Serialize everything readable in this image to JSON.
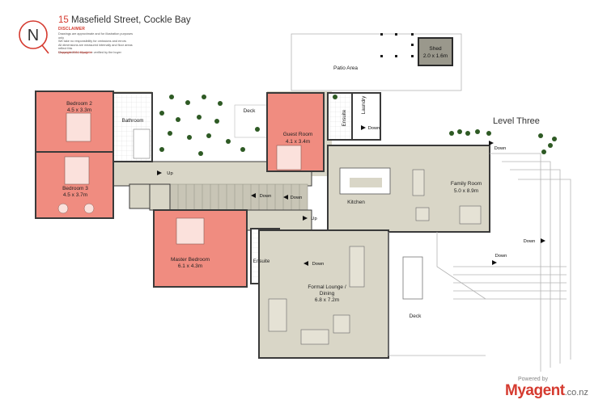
{
  "header": {
    "number": "15",
    "street": "Masefield Street, Cockle Bay",
    "disclaimer_title": "DISCLAIMER",
    "disclaimer_lines": [
      "Drawings are approximate and for illustration purposes only",
      "We take no responsibility for omissions and errors",
      "All dimensions are measured internally and floor areas reflect this",
      "Measurements should be verified by the buyer"
    ],
    "copyright": "Copyright 2016   Myagent"
  },
  "compass": {
    "letter": "N"
  },
  "level_label": "Level Three",
  "rooms": [
    {
      "id": "bedroom-2",
      "name": "Bedroom 2",
      "dims": "4.5 x 3.3m"
    },
    {
      "id": "bedroom-3",
      "name": "Bedroom 3",
      "dims": "4.5 x 3.7m"
    },
    {
      "id": "bathroom",
      "name": "Bathroom",
      "dims": ""
    },
    {
      "id": "deck-upper",
      "name": "Deck",
      "dims": ""
    },
    {
      "id": "guest-room",
      "name": "Guest Room",
      "dims": "4.1 x 3.4m"
    },
    {
      "id": "ensuite-upper",
      "name": "Ensuite",
      "dims": ""
    },
    {
      "id": "laundry",
      "name": "Laundry",
      "dims": ""
    },
    {
      "id": "patio",
      "name": "Patio Area",
      "dims": ""
    },
    {
      "id": "shed",
      "name": "Shed",
      "dims": "2.0 x 1.6m"
    },
    {
      "id": "kitchen",
      "name": "Kitchen",
      "dims": ""
    },
    {
      "id": "family-room",
      "name": "Family Room",
      "dims": "5.0 x 8.9m"
    },
    {
      "id": "master-bedroom",
      "name": "Master Bedroom",
      "dims": "6.1 x 4.3m"
    },
    {
      "id": "ensuite-master",
      "name": "Ensuite",
      "dims": ""
    },
    {
      "id": "formal-lounge",
      "name": "Formal Lounge /",
      "name2": "Dining",
      "dims": "6.8 x 7.2m"
    },
    {
      "id": "deck-lower",
      "name": "Deck",
      "dims": ""
    }
  ],
  "stairs": [
    {
      "id": "up-1",
      "label": "Up"
    },
    {
      "id": "down-1",
      "label": "Down"
    },
    {
      "id": "down-2",
      "label": "Down"
    },
    {
      "id": "up-2",
      "label": "Up"
    },
    {
      "id": "down-3",
      "label": "Down"
    },
    {
      "id": "down-laundry",
      "label": "Down"
    },
    {
      "id": "down-family",
      "label": "Down"
    },
    {
      "id": "down-deck-1",
      "label": "Down"
    },
    {
      "id": "down-deck-2",
      "label": "Down"
    }
  ],
  "branding": {
    "powered": "Powered by",
    "name": "Myagent",
    "domain": ".co.nz"
  },
  "colors": {
    "bedroom": "#f08c80",
    "floor": "#d9d6c7",
    "paving": "#c8c5b6",
    "wall": "#3a3a3a",
    "accent": "#d53a2f",
    "plant": "#2e5a24"
  }
}
